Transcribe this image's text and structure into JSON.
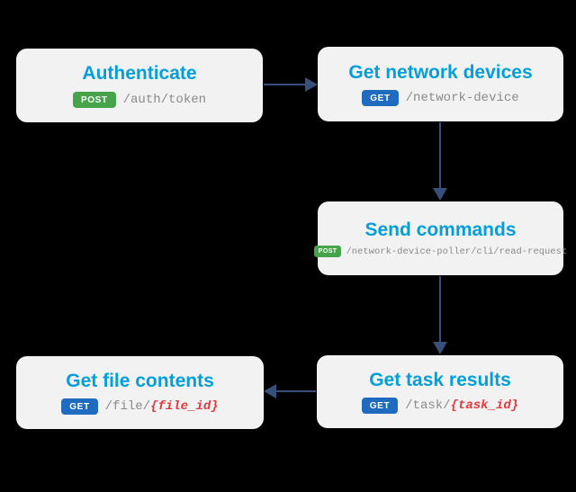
{
  "diagram": {
    "description": "API call flow diagram with five steps connected by arrows",
    "colors": {
      "background": "#000000",
      "node_background": "#f2f2f2",
      "title": "#049fd9",
      "path": "#8a8a8a",
      "path_param": "#e0393e",
      "arrow": "#374f7a",
      "method_get": "#1e6bbf",
      "method_post": "#47a44b",
      "method_text": "#ffffff"
    },
    "steps": [
      {
        "id": "authenticate",
        "title": "Authenticate",
        "method": "POST",
        "path_prefix": "/auth/token",
        "path_param": ""
      },
      {
        "id": "get-network-devices",
        "title": "Get network devices",
        "method": "GET",
        "path_prefix": "/network-device",
        "path_param": ""
      },
      {
        "id": "send-commands",
        "title": "Send commands",
        "method": "POST",
        "path_prefix": "/network-device-poller/cli/read-request",
        "path_param": ""
      },
      {
        "id": "get-task-results",
        "title": "Get task results",
        "method": "GET",
        "path_prefix": "/task/",
        "path_param": "{task_id}"
      },
      {
        "id": "get-file-contents",
        "title": "Get file contents",
        "method": "GET",
        "path_prefix": "/file/",
        "path_param": "{file_id}"
      }
    ],
    "connections": [
      {
        "from": "Authenticate",
        "to": "Get network devices",
        "direction": "right"
      },
      {
        "from": "Get network devices",
        "to": "Send commands",
        "direction": "down"
      },
      {
        "from": "Send commands",
        "to": "Get task results",
        "direction": "down"
      },
      {
        "from": "Get task results",
        "to": "Get file contents",
        "direction": "left"
      }
    ]
  }
}
